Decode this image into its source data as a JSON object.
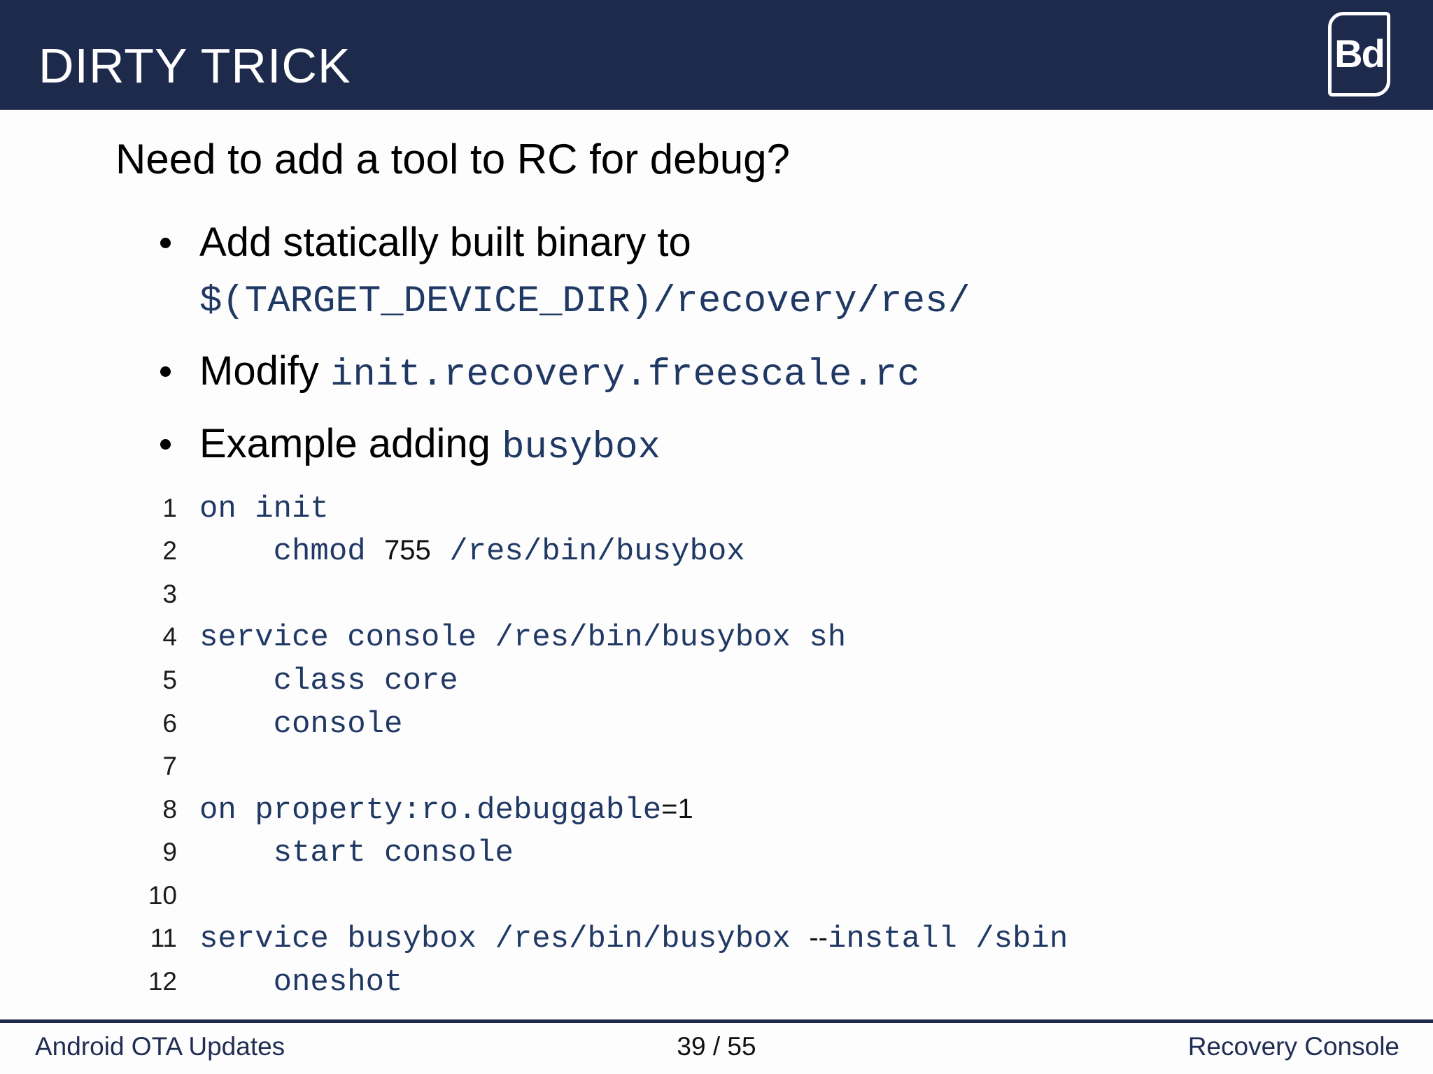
{
  "colors": {
    "header_bg": "#1e2a4c",
    "title_text": "#ffffff",
    "body_text": "#000000",
    "code_text": "#203864",
    "code_literal_text": "#111111",
    "line_number_text": "#1b1b1b",
    "footer_text": "#1f2d52",
    "footer_rule": "#1e2a4c",
    "background": "#fdfdfd"
  },
  "header": {
    "title": "DIRTY TRICK",
    "logo_text": "Bd"
  },
  "content": {
    "heading": "Need to add a tool to RC for debug?",
    "bullets": [
      {
        "text": "Add statically built binary to",
        "code": "$(TARGET_DEVICE_DIR)/recovery/res/"
      },
      {
        "text": "Modify ",
        "code": "init.recovery.freescale.rc"
      },
      {
        "text": "Example adding ",
        "code": "busybox"
      }
    ],
    "listing": {
      "lines": [
        {
          "num": "1",
          "a": "on init",
          "b": "",
          "c": ""
        },
        {
          "num": "2",
          "a": "    chmod ",
          "b": "755",
          "c": " /res/bin/busybox"
        },
        {
          "num": "3",
          "a": "",
          "b": "",
          "c": ""
        },
        {
          "num": "4",
          "a": "service console /res/bin/busybox sh",
          "b": "",
          "c": ""
        },
        {
          "num": "5",
          "a": "    class core",
          "b": "",
          "c": ""
        },
        {
          "num": "6",
          "a": "    console",
          "b": "",
          "c": ""
        },
        {
          "num": "7",
          "a": "",
          "b": "",
          "c": ""
        },
        {
          "num": "8",
          "a": "on property:ro.debuggable",
          "b": "=1",
          "c": ""
        },
        {
          "num": "9",
          "a": "    start console",
          "b": "",
          "c": ""
        },
        {
          "num": "10",
          "a": "",
          "b": "",
          "c": ""
        },
        {
          "num": "11",
          "a": "service busybox /res/bin/busybox ",
          "b": "--",
          "c": "install /sbin"
        },
        {
          "num": "12",
          "a": "    oneshot",
          "b": "",
          "c": ""
        }
      ]
    }
  },
  "footer": {
    "left": "Android OTA Updates",
    "center": "39 / 55",
    "right": "Recovery Console"
  }
}
